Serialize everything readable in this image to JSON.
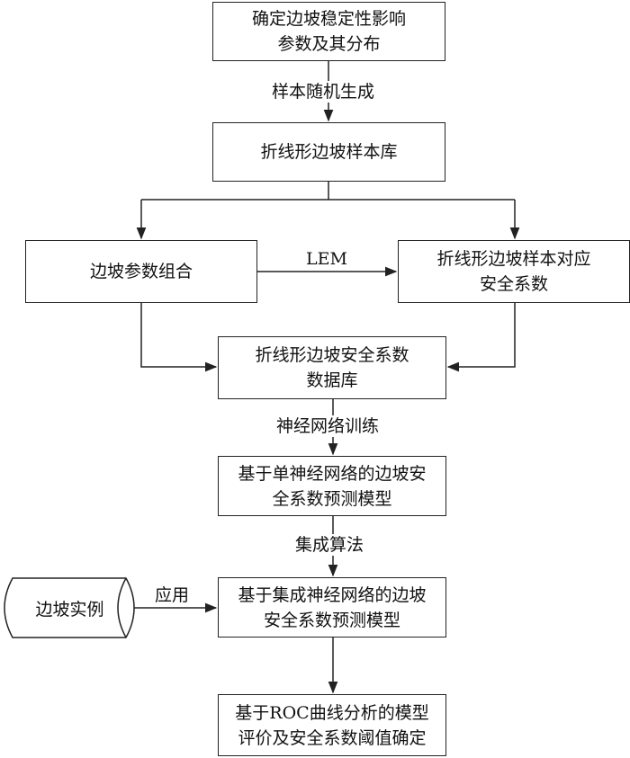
{
  "nodes": {
    "params": "确定边坡稳定性影响\n参数及其分布",
    "sample_lib": "折线形边坡样本库",
    "combo": "边坡参数组合",
    "fs_samples": "折线形边坡样本对应\n安全系数",
    "fs_db": "折线形边坡安全系数\n数据库",
    "single_nn": "基于单神经网络的边坡安\n全系数预测模型",
    "ensemble_nn": "基于集成神经网络的边坡\n安全系数预测模型",
    "roc": "基于ROC曲线分析的模型\n评价及安全系数阈值确定",
    "case": "边坡实例"
  },
  "edges": {
    "random_gen": "样本随机生成",
    "lem": "LEM",
    "nn_train": "神经网络训练",
    "ensemble": "集成算法",
    "apply": "应用"
  }
}
